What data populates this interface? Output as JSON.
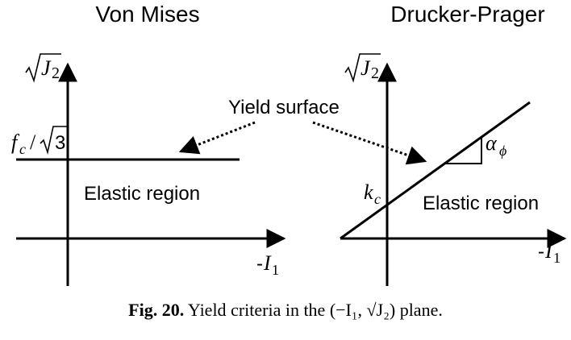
{
  "left_panel": {
    "title": "Von Mises",
    "y_axis_label": "√J₂",
    "x_axis_label": "-I₁",
    "y_intercept_label": "f_c/√3",
    "region_label": "Elastic region"
  },
  "right_panel": {
    "title": "Drucker-Prager",
    "y_axis_label": "√J₂",
    "x_axis_label": "-I₁",
    "y_intercept_label": "k_c",
    "slope_label": "α_ϕ",
    "region_label": "Elastic region"
  },
  "annotation": "Yield surface",
  "caption": {
    "number": "Fig. 20.",
    "text": "Yield criteria in the (−I₁, √J₂) plane."
  }
}
